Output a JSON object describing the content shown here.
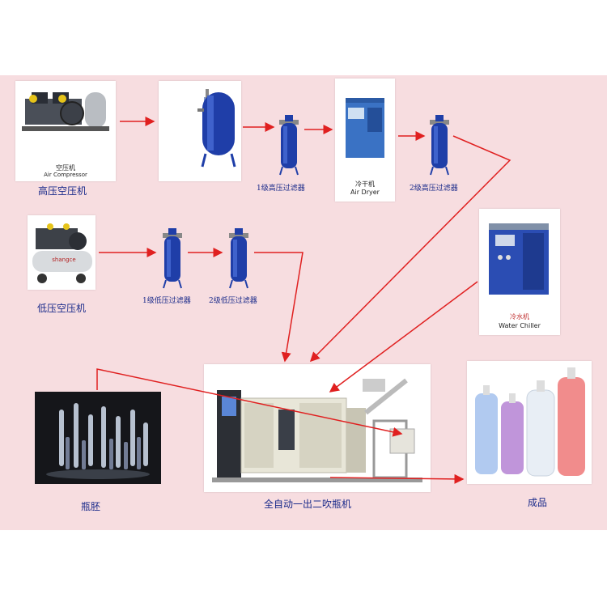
{
  "nodes": {
    "hp_compressor": {
      "caption_cn": "空压机",
      "caption_en": "Air Compressor",
      "label": "高压空压机"
    },
    "air_tank": {},
    "hp_filter_1": {
      "label": "1级高压过滤器"
    },
    "air_dryer": {
      "caption_cn": "冷干机",
      "caption_en": "Air Dryer"
    },
    "hp_filter_2": {
      "label": "2级高压过滤器"
    },
    "lp_compressor": {
      "label": "低压空压机",
      "brand_text": "shangce"
    },
    "lp_filter_1": {
      "label": "1级低压过滤器"
    },
    "lp_filter_2": {
      "label": "2级低压过滤器"
    },
    "water_chiller": {
      "caption_cn": "冷水机",
      "caption_en": "Water Chiller"
    },
    "preforms": {
      "label": "瓶胚"
    },
    "blow_machine": {
      "label": "全自动一出二吹瓶机"
    },
    "bottles": {
      "label": "成品"
    }
  },
  "colors": {
    "background": "#f7dde0",
    "arrow": "#e02020",
    "label_text": "#1a2a8a",
    "filter_blue": "#1f3ea8",
    "machine_body": "#e8e6d8"
  }
}
